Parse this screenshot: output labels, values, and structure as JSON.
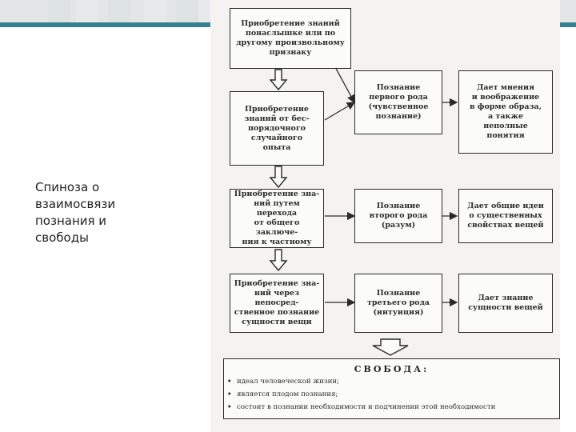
{
  "slide": {
    "title": "Спиноза о\nвзаимосвязи\nпознания и\nсвободы",
    "accent_color": "#3a7f8c"
  },
  "diagram": {
    "acquisition": [
      "Приобретение знаний\nпонаслышке или по\nдругому произвольному\nпризнаку",
      "Приобретение\nзнаний от бес-\nпорядочного\nслучайного\nопыта",
      "Приобретение зна-\nний путем перехода\nот общего заключе-\nния к частному",
      "Приобретение зна-\nний через непосред-\nственное познание\nсущности вещи"
    ],
    "kinds": [
      "Познание\nпервого рода\n(чувственное\nпознание)",
      "Познание\nвторого рода\n(разум)",
      "Познание\nтретьего рода\n(интуиция)"
    ],
    "results": [
      "Дает мнения\nи воображение\nв форме образа,\nа также\nнеполные\nпонятия",
      "Дает общие идеи\nо существенных\nсвойствах вещей",
      "Дает знание\nсущности вещей"
    ],
    "freedom": {
      "title": "СВОБОДА:",
      "bullet": "•",
      "items": [
        "идеал человеческой жизни;",
        "является плодом познания;",
        "состоит в познании необходимости и подчинении этой необходимости"
      ]
    }
  }
}
